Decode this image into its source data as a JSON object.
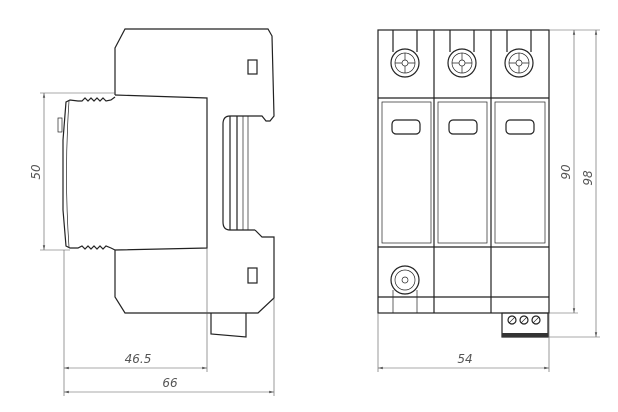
{
  "drawing": {
    "side_view": {
      "dim_height": "50",
      "dim_depth_front": "46.5",
      "dim_depth_total": "66"
    },
    "front_view": {
      "dim_height_body": "90",
      "dim_height_total": "98",
      "dim_width": "54",
      "poles": 3
    },
    "line_color": "#222222",
    "dimension_color": "#555555"
  }
}
